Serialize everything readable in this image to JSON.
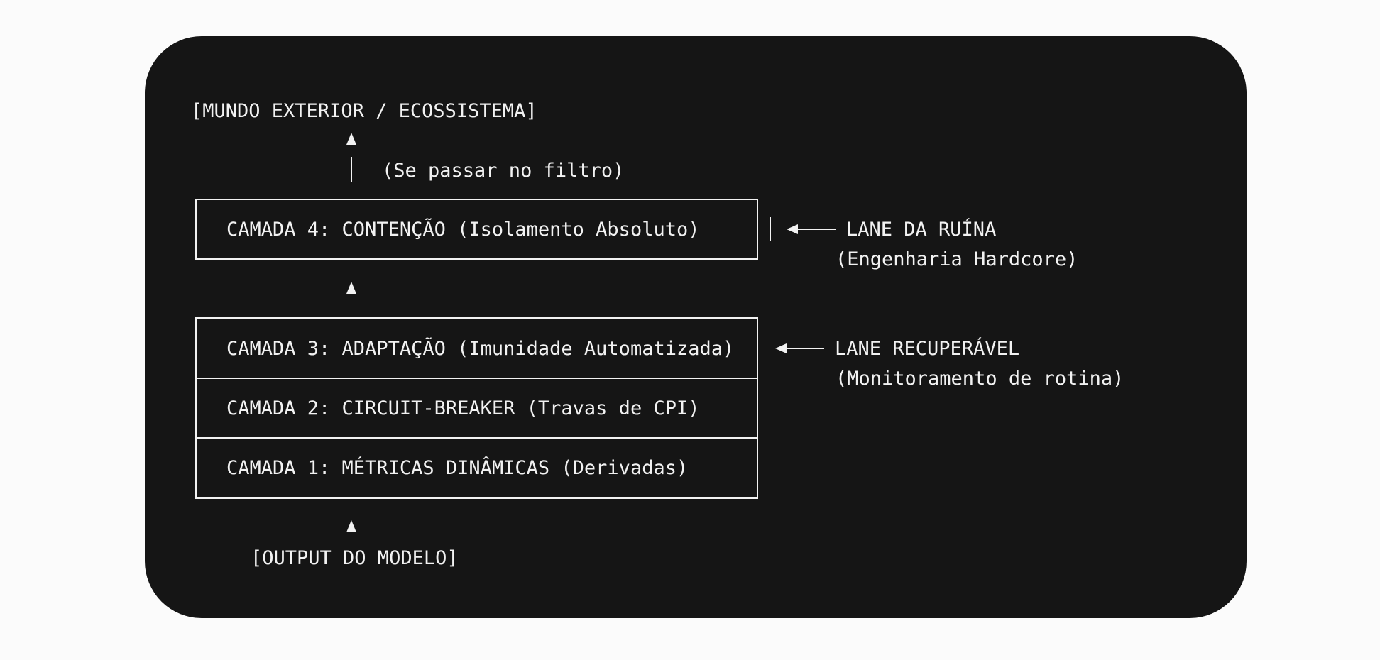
{
  "diagram": {
    "top_label": "[MUNDO EXTERIOR / ECOSSISTEMA]",
    "filter_note": "(Se passar no filtro)",
    "layers": {
      "layer4": "CAMADA 4: CONTENÇÃO (Isolamento Absoluto)",
      "layer3": "CAMADA 3: ADAPTAÇÃO (Imunidade Automatizada)",
      "layer2": "CAMADA 2: CIRCUIT-BREAKER (Travas de CPI)",
      "layer1": "CAMADA 1: MÉTRICAS DINÂMICAS (Derivadas)"
    },
    "lanes": {
      "ruin_title": "LANE DA RUÍNA",
      "ruin_subtitle": "(Engenharia Hardcore)",
      "recoverable_title": "LANE RECUPERÁVEL",
      "recoverable_subtitle": "(Monitoramento de rotina)"
    },
    "bottom_label": "[OUTPUT DO MODELO]"
  },
  "colors": {
    "page_background": "#fbfbfb",
    "panel_background": "#151515",
    "foreground": "#f2f2f2"
  }
}
